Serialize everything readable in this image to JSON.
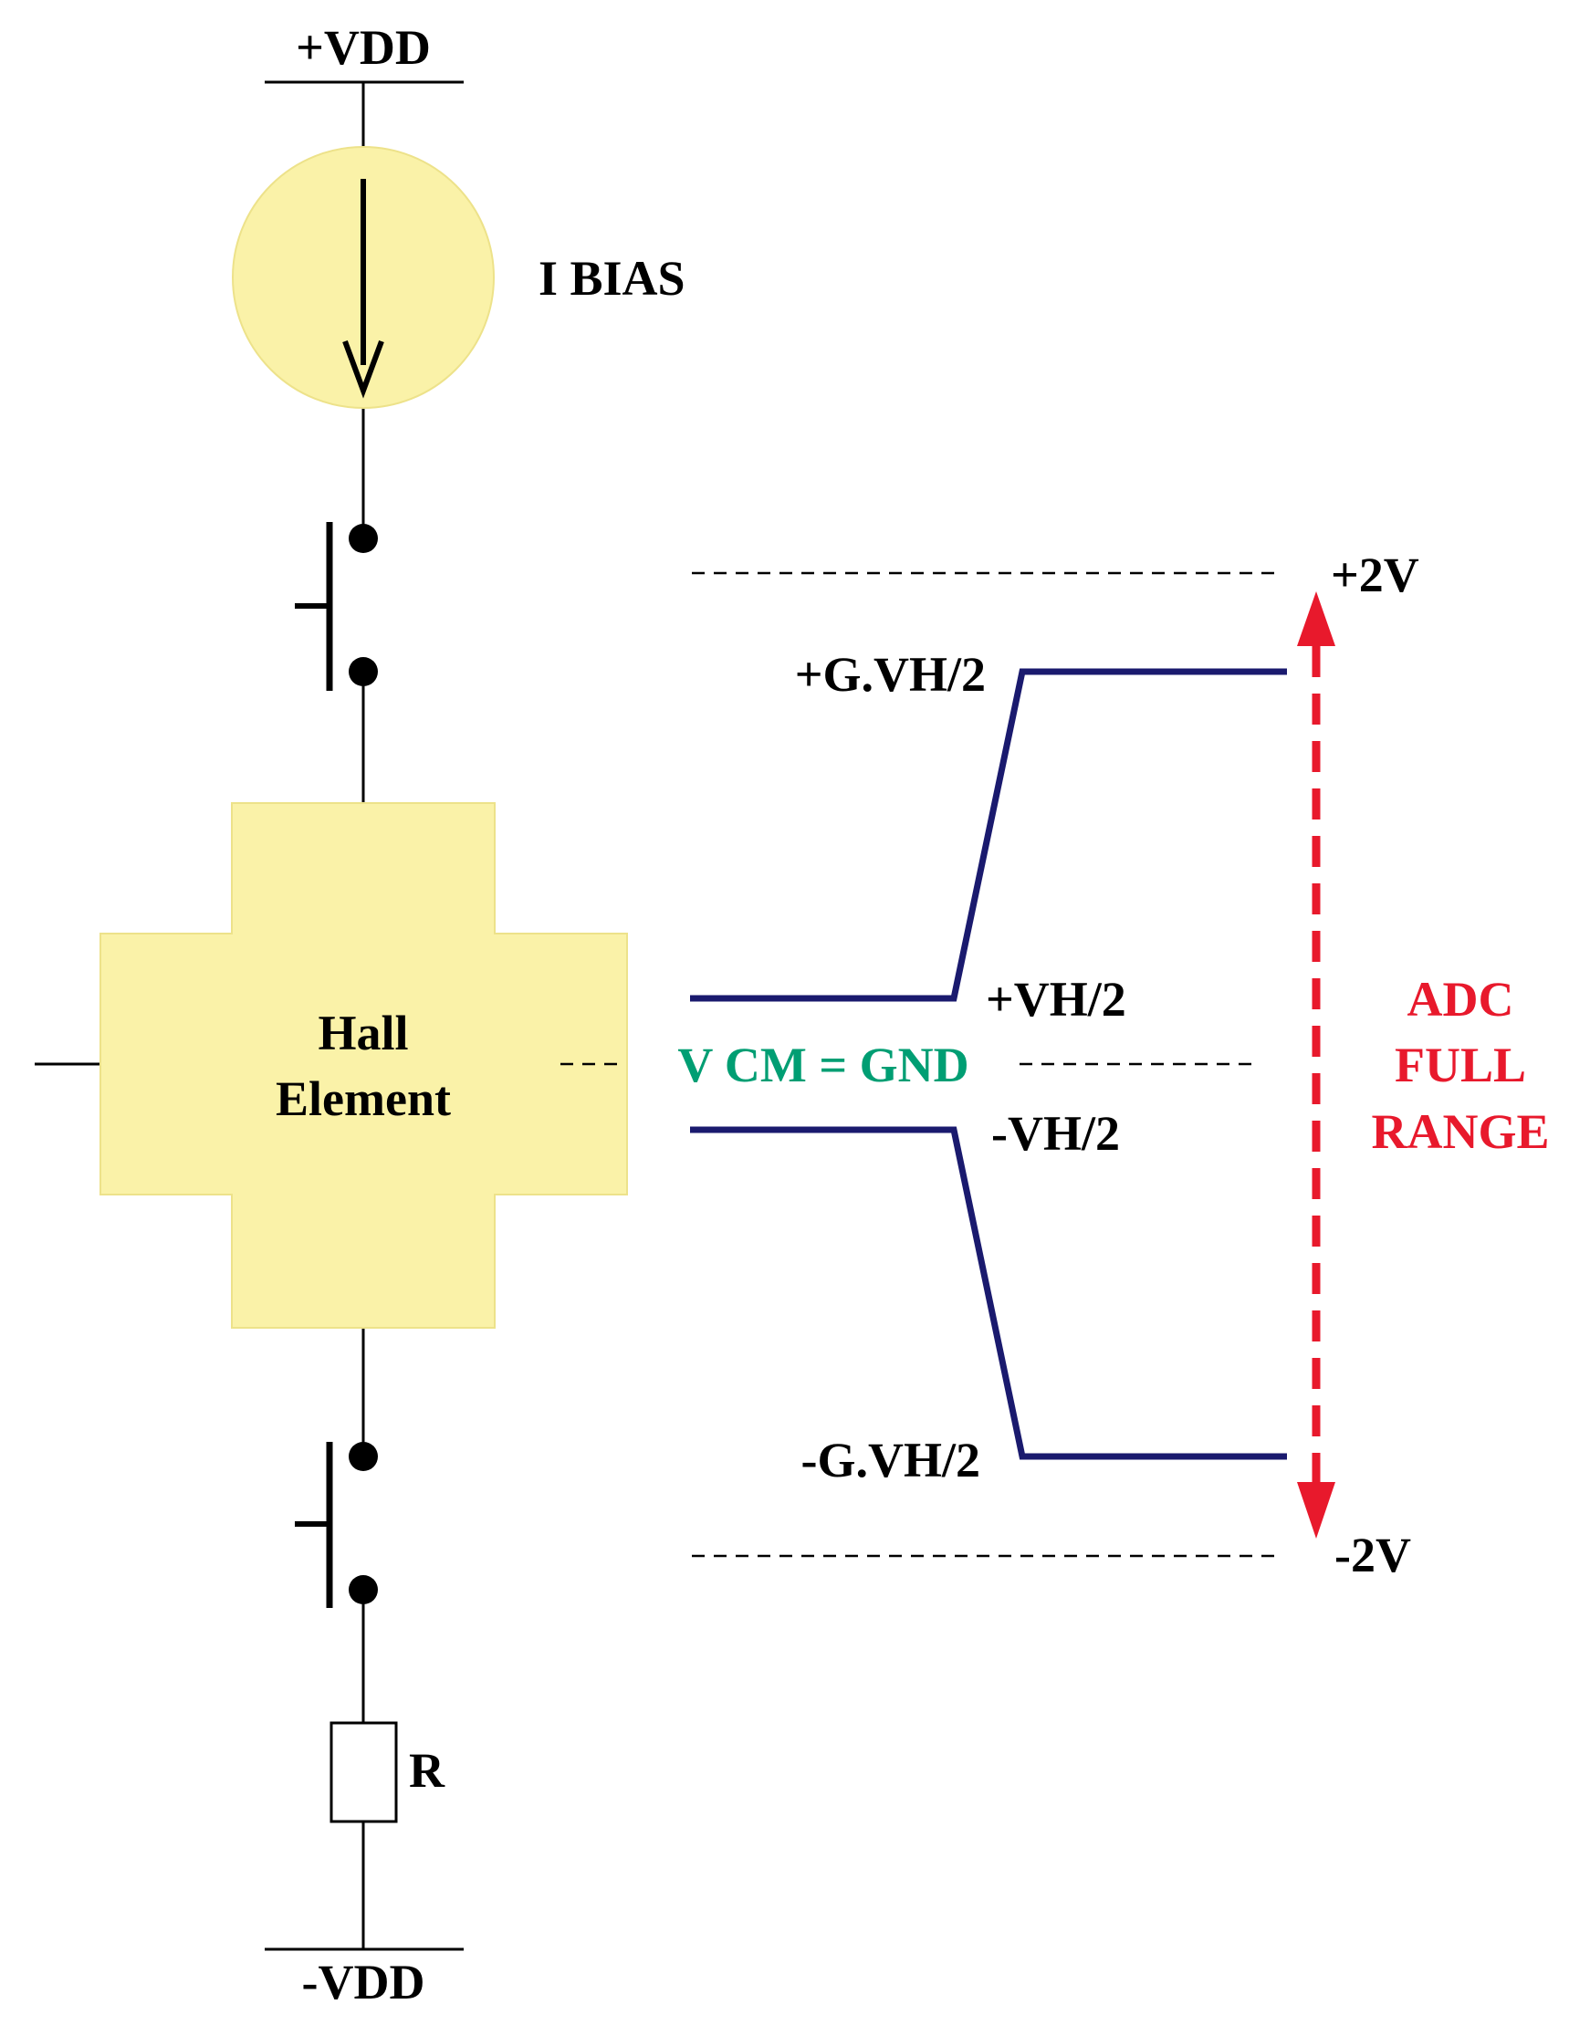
{
  "supply": {
    "positive": "+VDD",
    "negative": "-VDD"
  },
  "current_source": {
    "label": "I BIAS"
  },
  "hall_element": {
    "line1": "Hall",
    "line2": "Element"
  },
  "resistor": {
    "label": "R"
  },
  "signal": {
    "pos_gain": "+G.VH/2",
    "neg_gain": "-G.VH/2",
    "pos_vh": "+VH/2",
    "neg_vh": "-VH/2",
    "common_mode": "V CM = GND"
  },
  "adc": {
    "top_limit": "+2V",
    "bottom_limit": "-2V",
    "line1": "ADC",
    "line2": "FULL",
    "line3": "RANGE"
  },
  "colors": {
    "yellow_fill": "#FAF2A8",
    "signal_line": "#1A1A6E",
    "common_mode": "#009E73",
    "adc_red": "#E8192C",
    "ink": "#000000"
  }
}
